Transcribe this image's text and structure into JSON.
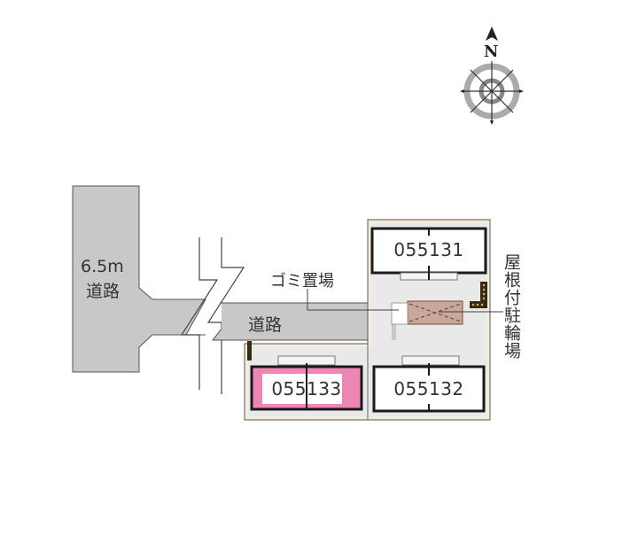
{
  "compass": {
    "label": "N",
    "icon": "compass-rose-icon"
  },
  "roads": {
    "main_road_label_line1": "6.5m",
    "main_road_label_line2": "道路",
    "access_road_label": "道路"
  },
  "facilities": {
    "garbage_area_label": "ゴミ置場",
    "covered_bicycle_parking_label": "屋根付駐輪場"
  },
  "units": [
    {
      "id": "055131",
      "highlighted": false
    },
    {
      "id": "055132",
      "highlighted": false
    },
    {
      "id": "055133",
      "highlighted": true
    }
  ],
  "colors": {
    "road": "#c8c8c8",
    "lot_ground": "#e8e8e8",
    "lot_border": "#f3ecdf",
    "highlight_unit": "#ee86b4",
    "bicycle_parking": "#c9a89a",
    "wall": "#1a1a1a"
  }
}
